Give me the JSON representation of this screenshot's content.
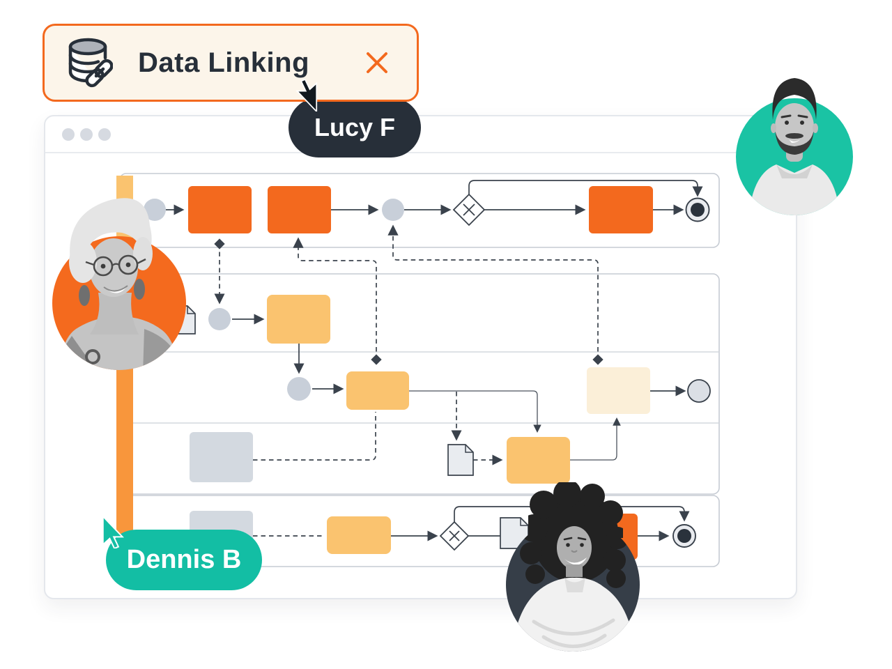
{
  "chip": {
    "label": "Data Linking",
    "icon": "database-link",
    "close_icon": "x"
  },
  "cursors": {
    "lucy": {
      "name": "Lucy F",
      "color": "#272F39"
    },
    "dennis": {
      "name": "Dennis B",
      "color": "#13BEA4"
    }
  },
  "window": {
    "traffic_dots": 3
  },
  "colors": {
    "orange": "#F3691E",
    "orange_bar": "#F8963C",
    "orange_bar_light": "#FAC36F",
    "yellow": "#FAC36F",
    "cream": "#FBEFD8",
    "teal": "#13BEA4",
    "ink": "#272F39",
    "chip_background": "#FCF5EA",
    "shape_gray": "#D3D9E0"
  },
  "diagram": {
    "type": "bpmn-process",
    "pools": [
      {
        "name": "pool-1",
        "lanes": 1,
        "nodes": [
          "start-event",
          "task-orange",
          "task-orange",
          "intermediate-event",
          "xor-gateway",
          "task-orange",
          "end-event"
        ],
        "connectors": [
          "sequence-flows",
          "gateway-bypass-to-end",
          "dashed-data-associations"
        ]
      },
      {
        "name": "pool-2",
        "lanes": 3,
        "nodes": [
          "data-object",
          "start-event",
          "task-yellow",
          "intermediate-event",
          "task-yellow",
          "task-cream",
          "end-event-plain",
          "task-gray",
          "data-object",
          "task-yellow"
        ],
        "connectors": [
          "sequence-flows",
          "dashed-data-associations"
        ]
      },
      {
        "name": "pool-3",
        "lanes": 1,
        "nodes": [
          "task-gray",
          "task-yellow",
          "xor-gateway",
          "data-object",
          "task-orange",
          "end-event"
        ],
        "connectors": [
          "sequence-flows",
          "gateway-bypass-to-end",
          "dashed-data-association"
        ]
      }
    ],
    "collaborators": [
      "woman-left-orange-circle",
      "man-top-right-teal-circle",
      "woman-bottom-dark-circle"
    ]
  }
}
